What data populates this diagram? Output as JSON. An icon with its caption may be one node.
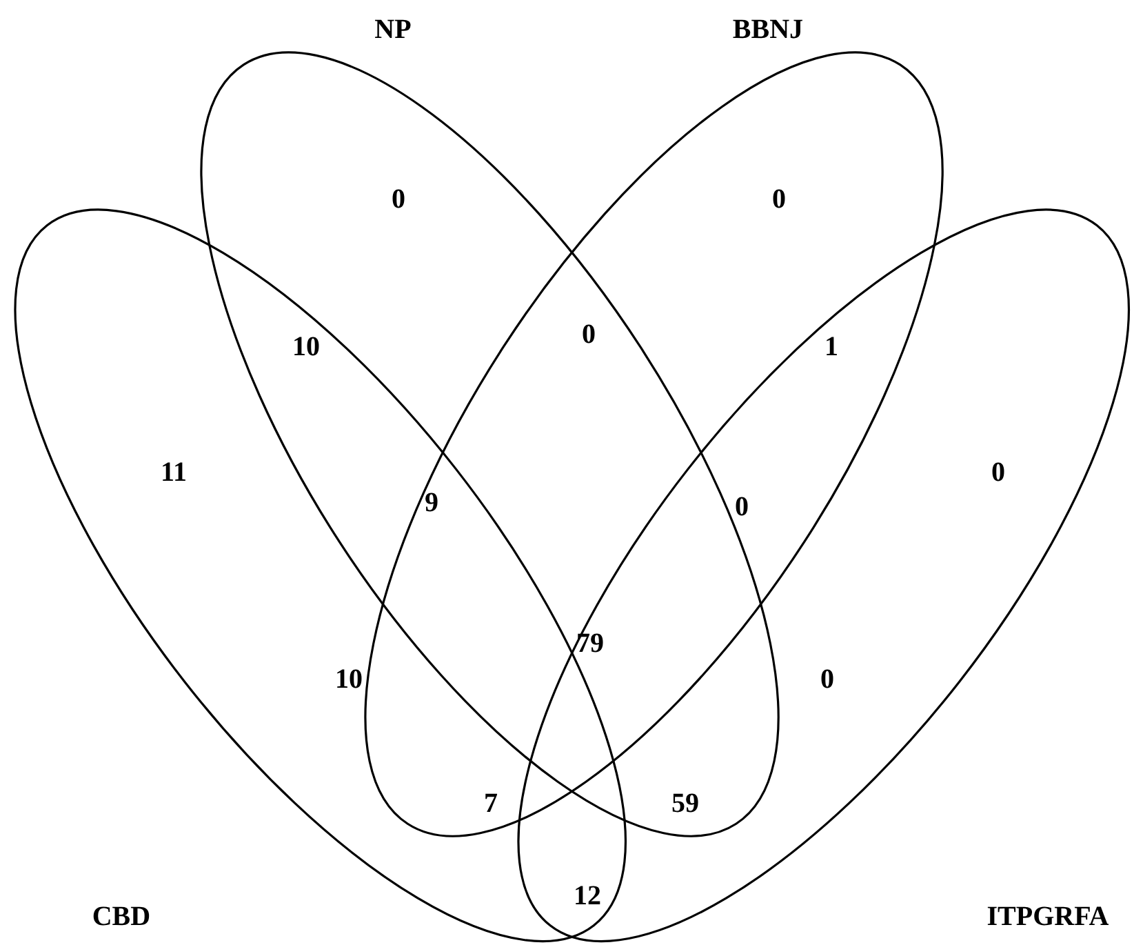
{
  "diagram": {
    "nodes": [
      {
        "text": [
          "NP"
        ]
      },
      {
        "text": [
          "BBNJ"
        ]
      },
      {
        "text": [
          "CBD"
        ]
      },
      {
        "text": [
          "ITPGRFA"
        ]
      }
    ],
    "labels": [
      "0",
      "0",
      "10",
      "0",
      "1",
      "11",
      "9",
      "0",
      "0",
      "79",
      "10",
      "0",
      "7",
      "59",
      "12"
    ]
  }
}
